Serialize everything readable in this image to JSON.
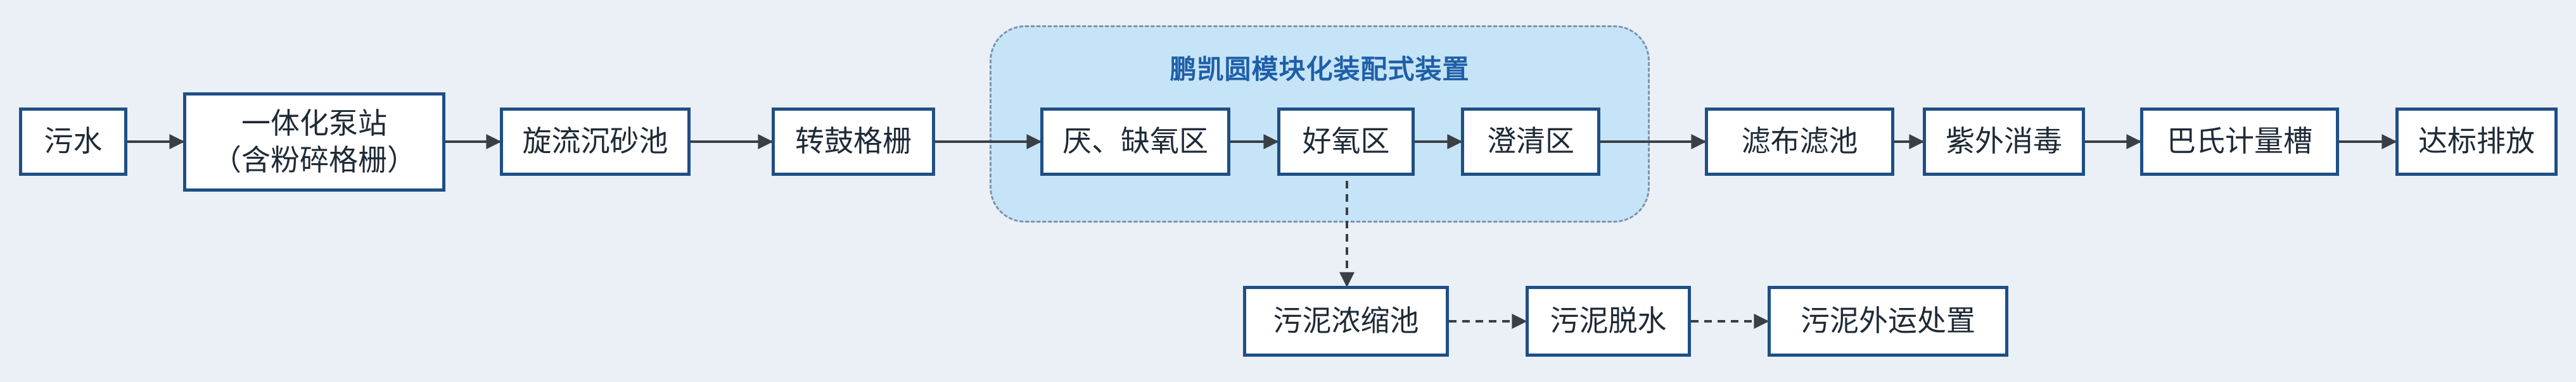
{
  "module": {
    "title": "鹏凯圆模块化装配式装置"
  },
  "nodes": {
    "sewage": "污水",
    "pump_station": {
      "line1": "一体化泵站",
      "line2": "（含粉碎格栅）"
    },
    "grit_chamber": "旋流沉砂池",
    "drum_screen": "转鼓格栅",
    "anaerobic_anoxic": "厌、缺氧区",
    "aerobic": "好氧区",
    "clarifier": "澄清区",
    "cloth_filter": "滤布滤池",
    "uv_disinfection": "紫外消毒",
    "parshall_flume": "巴氏计量槽",
    "discharge": "达标排放",
    "sludge_thickener": "污泥浓缩池",
    "sludge_dewatering": "污泥脱水",
    "sludge_disposal": "污泥外运处置"
  },
  "colors": {
    "background": "#eaf0f6",
    "box_border": "#1e4f86",
    "module_fill": "#c6e4f7",
    "module_border": "#7c93ad",
    "title": "#1f5fa8",
    "arrow": "#3a3f46"
  }
}
